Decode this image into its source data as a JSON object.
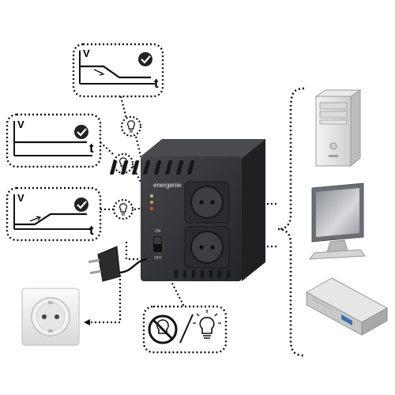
{
  "graphs": [
    {
      "id": "drop",
      "axis_v": "V",
      "axis_t": "t"
    },
    {
      "id": "stable",
      "axis_v": "V",
      "axis_t": "t"
    },
    {
      "id": "rise",
      "axis_v": "V",
      "axis_t": "t"
    }
  ],
  "device": {
    "brand": "energenie",
    "switch_on_label": "ON",
    "switch_off_label": "OFF"
  },
  "icons": [
    "check-icon",
    "bulb-icon",
    "bulb-off-icon",
    "power-plug-icon",
    "wall-socket-icon",
    "desktop-tower-icon",
    "monitor-icon",
    "media-player-icon"
  ],
  "colors": {
    "line": "#1a1a1a",
    "device": "#2e2f31",
    "device_dark": "#1c1d1f",
    "socket": "#3a3b3d",
    "panel_bg": "#ffffff"
  }
}
